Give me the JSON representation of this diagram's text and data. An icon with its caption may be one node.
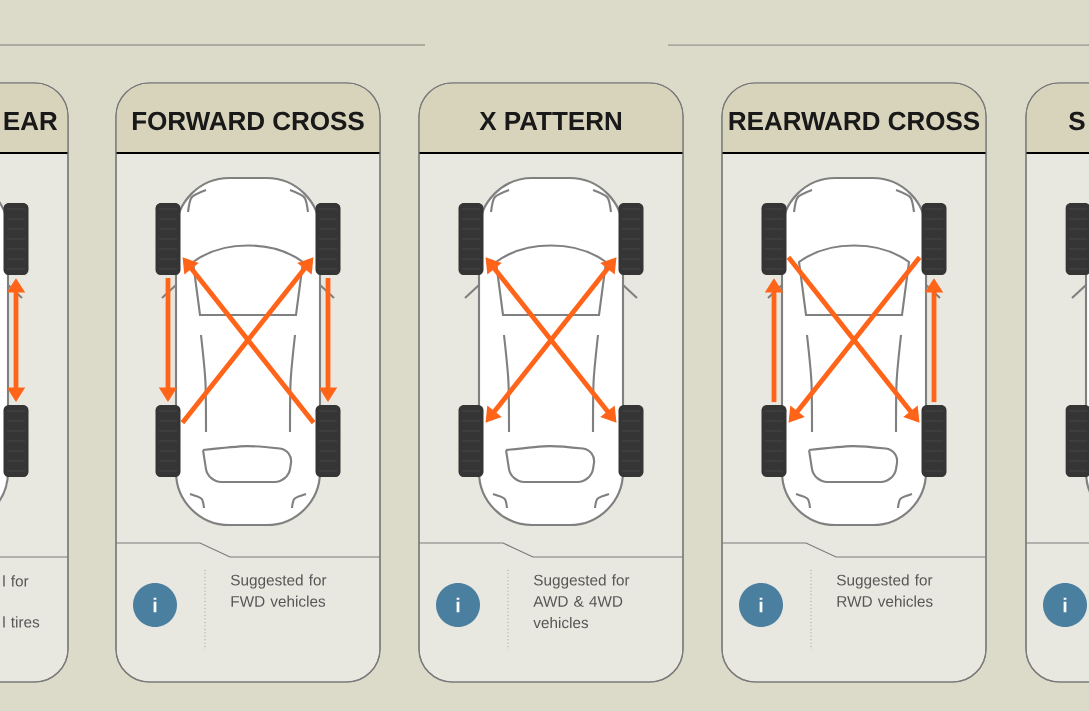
{
  "diagram": {
    "nodes": [
      {
        "text": [
          "EAR",
          "l for",
          "l tires"
        ]
      },
      {
        "text": [],
        "shape": "tire",
        "in": 0
      },
      {
        "text": [],
        "shape": "tire",
        "in": 0
      },
      {
        "text": [
          "FORWARD CROSS",
          "Suggested for FWD vehicles"
        ]
      },
      {
        "text": [],
        "shape": "tire",
        "in": 3
      },
      {
        "text": [],
        "shape": "tire",
        "in": 3
      },
      {
        "text": [],
        "shape": "tire",
        "in": 3
      },
      {
        "text": [],
        "shape": "tire",
        "in": 3
      },
      {
        "text": [
          "i"
        ],
        "in": 3
      },
      {
        "text": [
          "X PATTERN",
          "Suggested for AWD & 4WD vehicles"
        ]
      },
      {
        "text": [],
        "shape": "tire",
        "in": 9
      },
      {
        "text": [],
        "shape": "tire",
        "in": 9
      },
      {
        "text": [],
        "shape": "tire",
        "in": 9
      },
      {
        "text": [],
        "shape": "tire",
        "in": 9
      },
      {
        "text": [
          "i"
        ],
        "in": 9
      },
      {
        "text": [
          "REARWARD CROSS",
          "Suggested for RWD vehicles"
        ]
      },
      {
        "text": [],
        "shape": "tire",
        "in": 15
      },
      {
        "text": [],
        "shape": "tire",
        "in": 15
      },
      {
        "text": [],
        "shape": "tire",
        "in": 15
      },
      {
        "text": [],
        "shape": "tire",
        "in": 15
      },
      {
        "text": [
          "i"
        ],
        "in": 15
      },
      {
        "text": [
          "S"
        ]
      },
      {
        "text": [],
        "shape": "tire",
        "in": 21
      },
      {
        "text": [],
        "shape": "tire",
        "in": 21
      },
      {
        "text": [
          "i"
        ],
        "in": 21
      }
    ],
    "edges": [
      {
        "from": 1,
        "to": 2,
        "arrow": "both"
      },
      {
        "from": 4,
        "to": 6,
        "arrow": "to"
      },
      {
        "from": 5,
        "to": 7,
        "arrow": "to"
      },
      {
        "from": 6,
        "to": 5,
        "arrow": "to"
      },
      {
        "from": 7,
        "to": 4,
        "arrow": "to"
      },
      {
        "from": 10,
        "to": 13,
        "arrow": "both"
      },
      {
        "from": 11,
        "to": 12,
        "arrow": "both"
      },
      {
        "from": 18,
        "to": 16,
        "arrow": "to"
      },
      {
        "from": 19,
        "to": 17,
        "arrow": "to"
      },
      {
        "from": 16,
        "to": 19,
        "arrow": "to"
      },
      {
        "from": 17,
        "to": 18,
        "arrow": "to"
      }
    ]
  }
}
